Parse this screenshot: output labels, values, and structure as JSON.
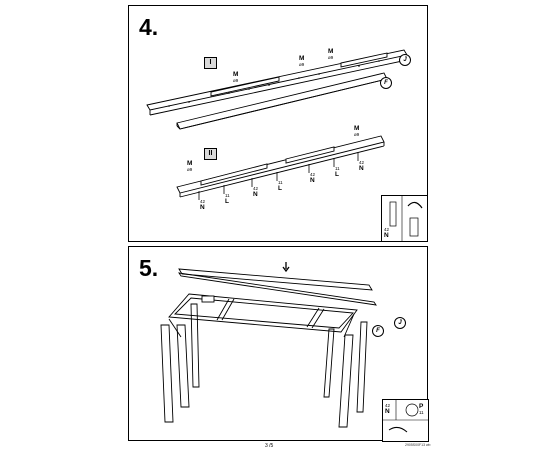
{
  "steps": [
    {
      "number": "4.",
      "rows": [
        {
          "roman": "I",
          "parts": [
            {
              "letter": "M",
              "size": "ø9"
            },
            {
              "letter": "M",
              "size": "ø9"
            },
            {
              "letter": "M",
              "size": "ø9"
            }
          ],
          "callouts": [
            "J",
            "F"
          ]
        },
        {
          "roman": "II",
          "parts": [
            {
              "letter": "M",
              "size": "ø9"
            },
            {
              "letter": "M",
              "size": "ø9"
            }
          ],
          "screws": [
            {
              "size": "42",
              "letter": "N"
            },
            {
              "size": "11",
              "letter": "L"
            },
            {
              "size": "42",
              "letter": "N"
            },
            {
              "size": "11",
              "letter": "L"
            },
            {
              "size": "42",
              "letter": "N"
            },
            {
              "size": "11",
              "letter": "L"
            },
            {
              "size": "42",
              "letter": "N"
            }
          ]
        }
      ],
      "inset": {
        "size": "42",
        "letter": "N"
      }
    },
    {
      "number": "5.",
      "callouts": [
        "J",
        "F"
      ],
      "inset": {
        "size": "42",
        "letter": "N",
        "tool": "P",
        "tool_size": "11"
      }
    }
  ],
  "footer": {
    "page": "3 /5",
    "code": "2905S00F13 wb"
  }
}
